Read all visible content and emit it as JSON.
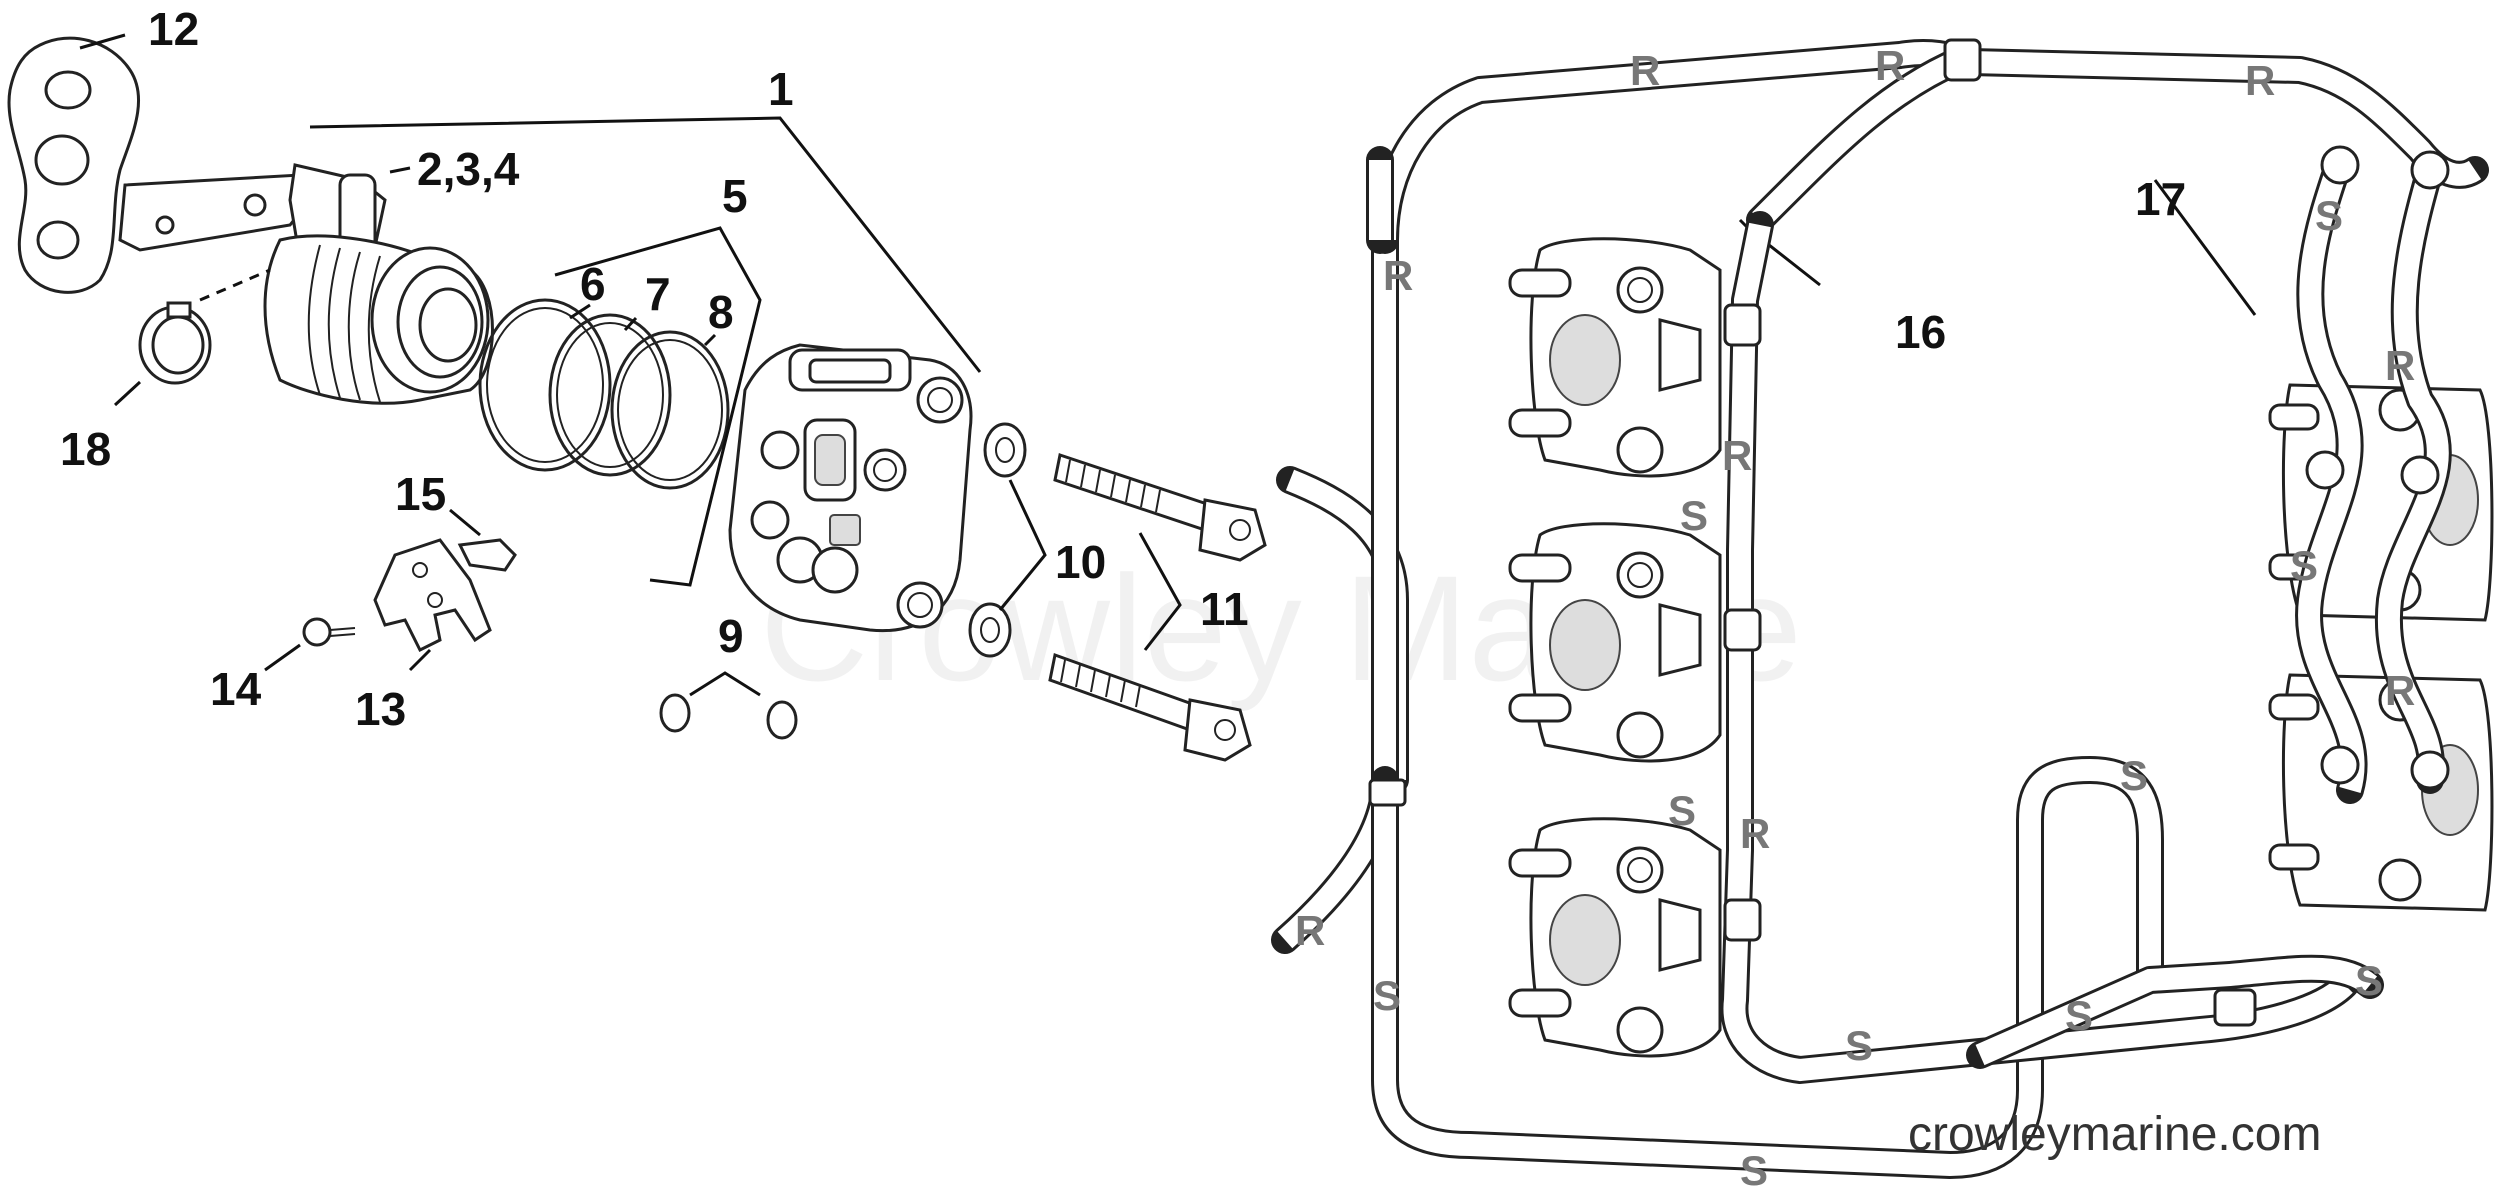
{
  "watermark": "Crowley Marine",
  "site_url": "crowleymarine.com",
  "callouts": {
    "c1": "1",
    "c234": "2,3,4",
    "c5": "5",
    "c6": "6",
    "c7": "7",
    "c8": "8",
    "c9": "9",
    "c10": "10",
    "c11": "11",
    "c12": "12",
    "c13": "13",
    "c14": "14",
    "c15": "15",
    "c16": "16",
    "c17": "17",
    "c18": "18"
  },
  "hose_tags": {
    "return": "R",
    "supply": "S"
  }
}
